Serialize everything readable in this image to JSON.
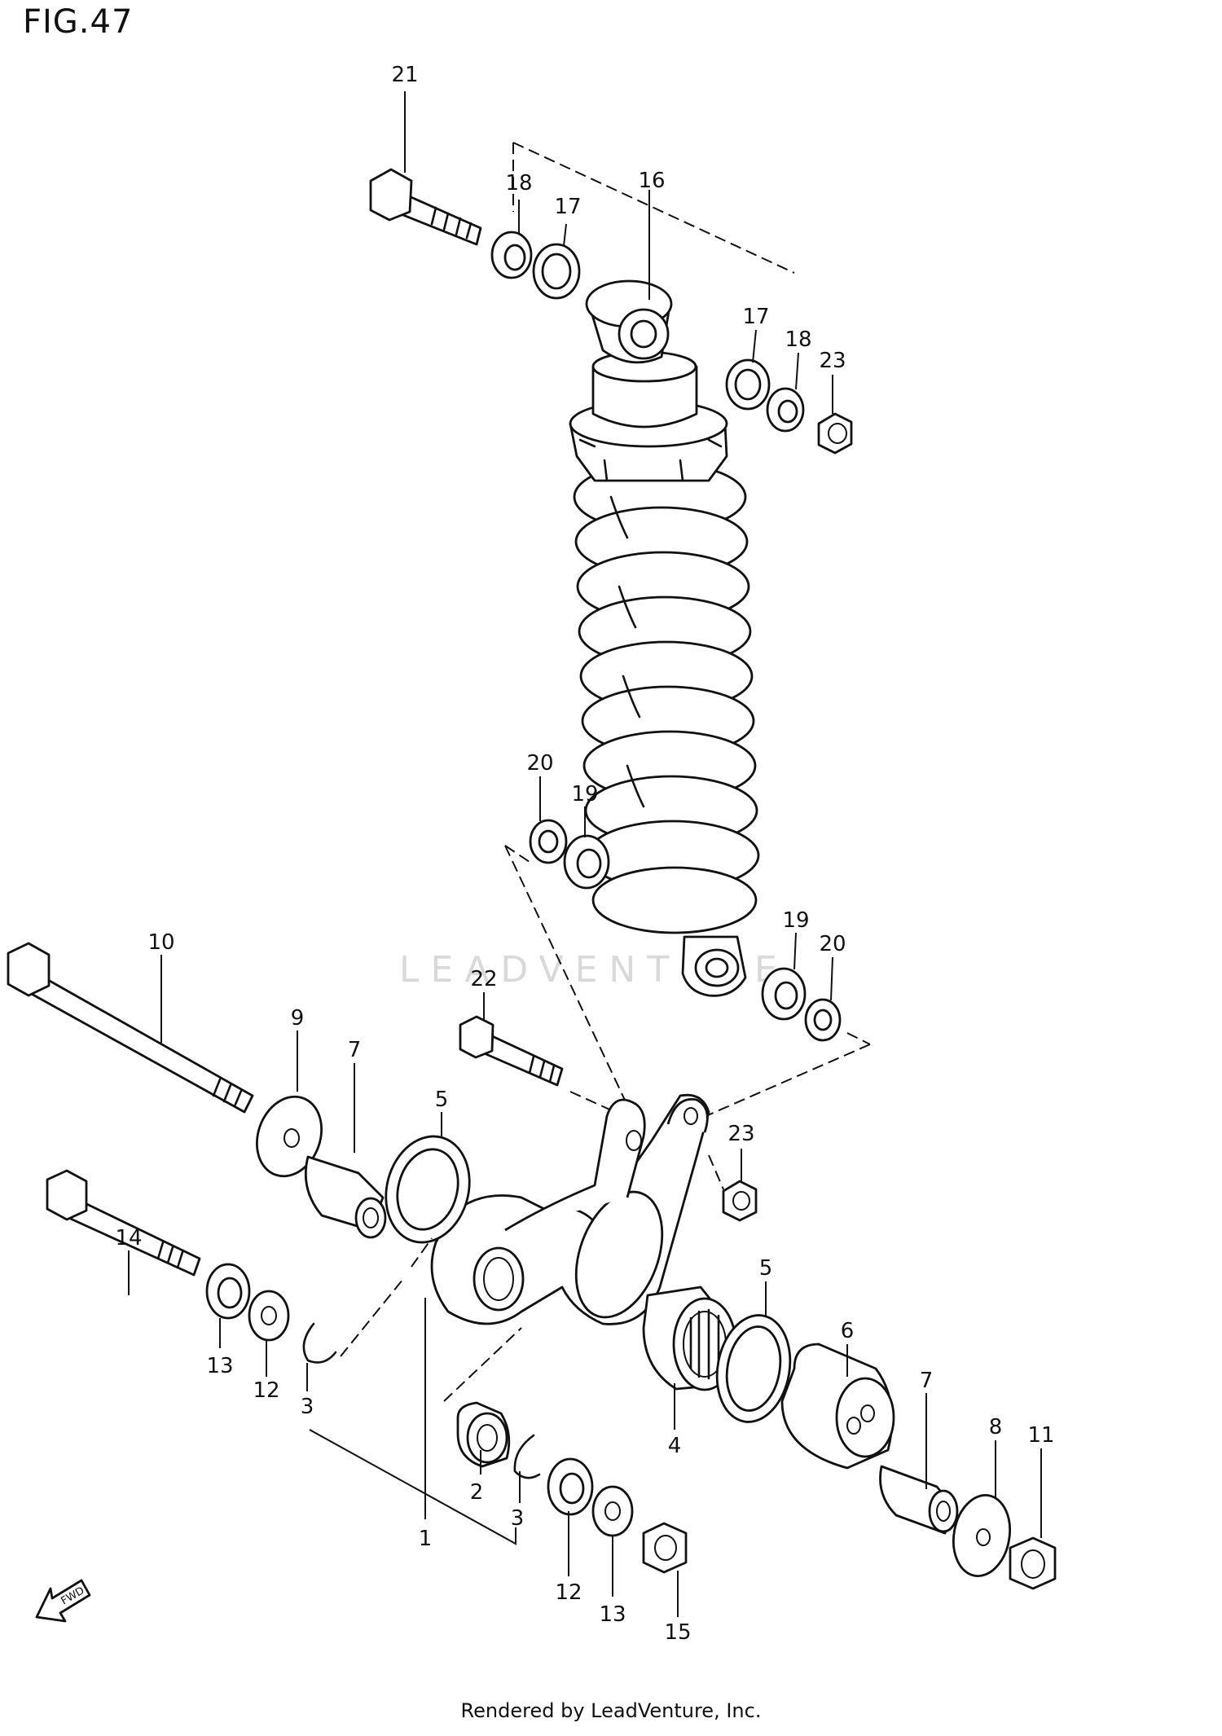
{
  "figure": {
    "title": "FIG.47"
  },
  "watermark": "LEADVENTURE",
  "footer": "Rendered by LeadVenture, Inc.",
  "fwd_label": "FWD",
  "callouts": [
    "21",
    "18",
    "17",
    "16",
    "17",
    "18",
    "23",
    "20",
    "19",
    "19",
    "20",
    "10",
    "22",
    "9",
    "7",
    "5",
    "23",
    "14",
    "13",
    "12",
    "3",
    "1",
    "5",
    "6",
    "4",
    "7",
    "8",
    "11",
    "2",
    "3",
    "12",
    "13",
    "15"
  ]
}
